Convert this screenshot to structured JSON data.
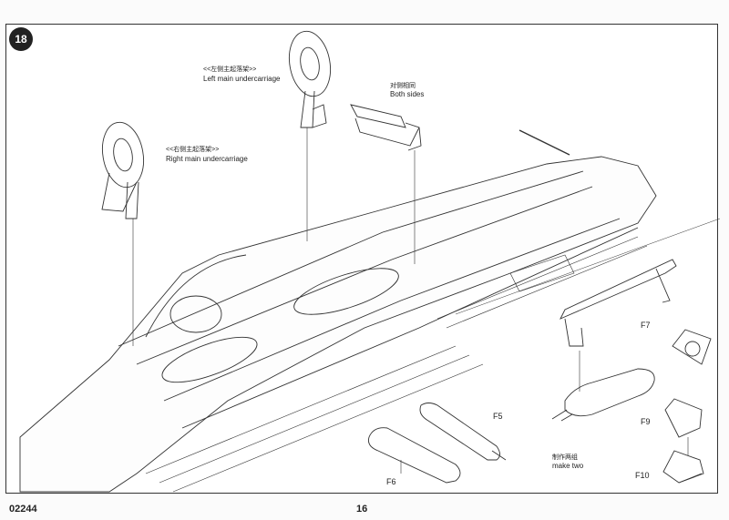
{
  "step": {
    "number": "18"
  },
  "labels": {
    "left_main": {
      "cn": "<<左侧主起落架>>",
      "en": "Left main undercarriage"
    },
    "right_main": {
      "cn": "<<右侧主起落架>>",
      "en": "Right main undercarriage"
    },
    "both_sides": {
      "cn": "对侧相同",
      "en": "Both sides"
    },
    "make_two": {
      "cn": "制作两组",
      "en": "make two"
    }
  },
  "parts": {
    "f5": "F5",
    "f6": "F6",
    "f7": "F7",
    "f9": "F9",
    "f10": "F10"
  },
  "footer": {
    "code": "02244",
    "page": "16"
  }
}
